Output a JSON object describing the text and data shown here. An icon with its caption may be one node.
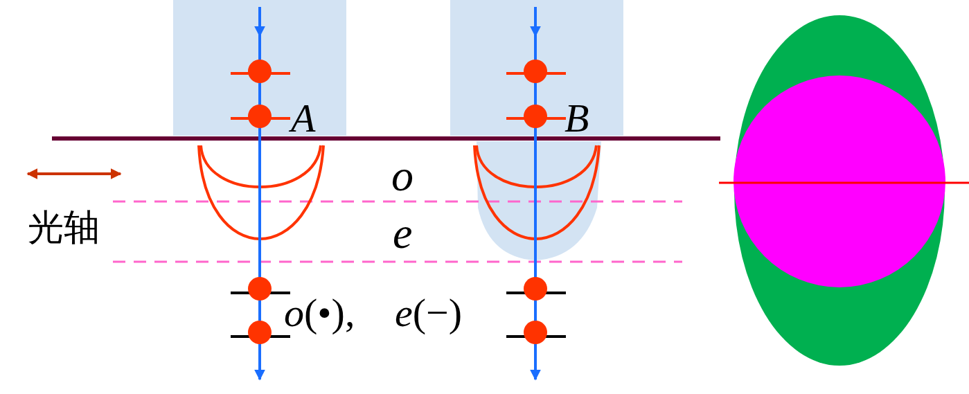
{
  "diagram": {
    "labels": [
      "A",
      "B",
      "o",
      "e",
      "光轴",
      "*o*(•),",
      "*e*(−)"
    ]
  }
}
